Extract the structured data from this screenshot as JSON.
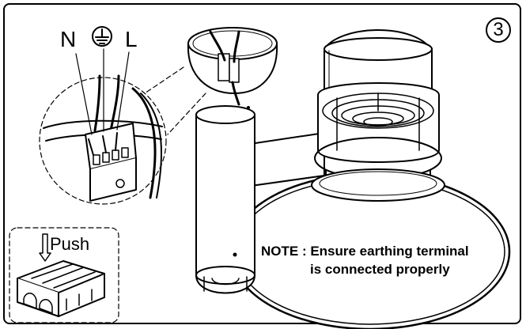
{
  "step": {
    "number": "3"
  },
  "terminal_labels": {
    "neutral": "N",
    "earth_symbol": "earth-ground-icon",
    "live": "L"
  },
  "inset": {
    "push_label": "Push"
  },
  "note": {
    "line1": "NOTE : Ensure earthing terminal",
    "line2": "is connected properly"
  },
  "colors": {
    "line": "#000000",
    "background": "#ffffff",
    "fill": "#ffffff",
    "shade": "#dcdcdc"
  }
}
